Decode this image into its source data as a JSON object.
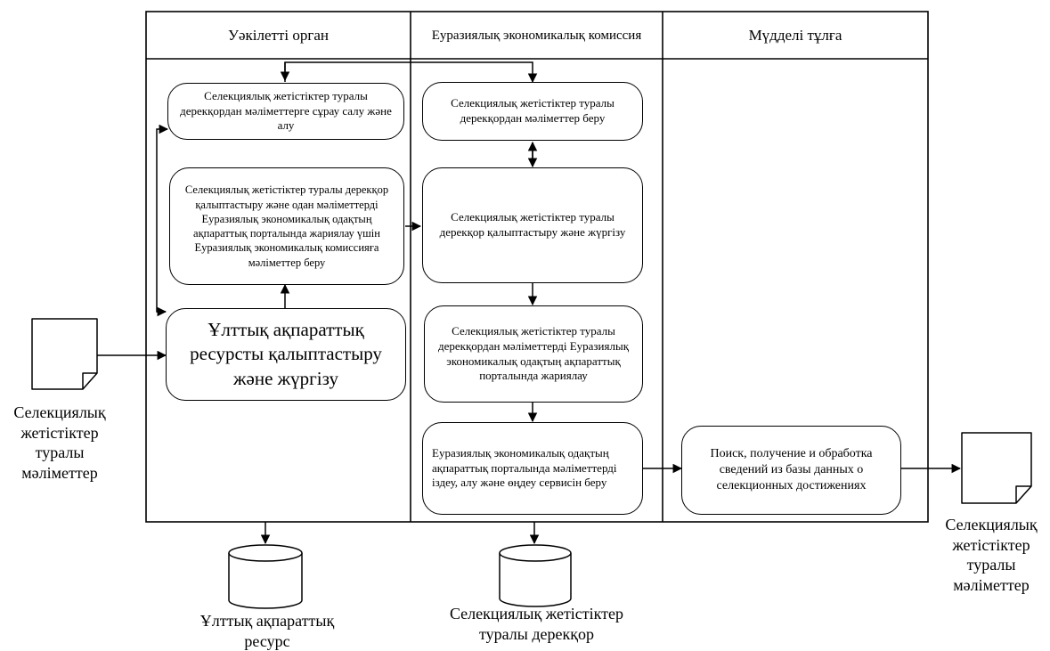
{
  "lanes": {
    "authority": "Уәкілетті орган",
    "commission": "Еуразиялық экономикалық комиссия",
    "interested": "Мүдделі тұлға"
  },
  "steps": {
    "request_data": "Селекциялық жетістіктер туралы дерекқордан мәліметтерге сұрау салу және алу",
    "form_and_provide": "Селекциялық жетістіктер туралы дерекқор қалыптастыру және одан мәліметтерді Еуразиялық экономикалық одақтың ақпараттық порталында жариялау үшін Еуразиялық экономикалық комиссияға мәліметтер беру",
    "national_resource": "Ұлттық ақпараттық ресурсты қалыптастыру және жүргізу",
    "provide_data": "Селекциялық жетістіктер туралы дерекқордан мәліметтер беру",
    "form_maintain_db": "Селекциялық жетістіктер туралы дерекқор қалыптастыру және жүргізу",
    "publish": "Селекциялық жетістіктер туралы дерекқордан мәліметтерді Еуразиялық экономикалық одақтың ақпараттық порталында жариялау",
    "search_service": "Еуразиялық экономикалық одақтың ақпараттық порталында мәліметтерді іздеу, алу және өңдеу сервисін беру",
    "search_receive": "Поиск, получение и обработка сведений из базы данных о селекционных достижениях"
  },
  "documents": {
    "input": "Селекциялық жетістіктер туралы мәліметтер",
    "output": "Селекциялық жетістіктер туралы мәліметтер"
  },
  "databases": {
    "national": "Ұлттық ақпараттық ресурс",
    "selection": "Селекциялық жетістіктер туралы дерекқор"
  }
}
